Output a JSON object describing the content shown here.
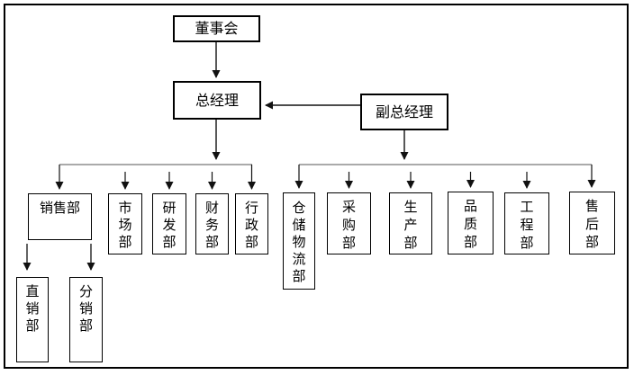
{
  "nodes": {
    "board": {
      "label": "董事会",
      "role": "top"
    },
    "general_manager": {
      "label": "总经理",
      "role": "level-1"
    },
    "deputy_general_manager": {
      "label": "副总经理",
      "role": "level-1"
    },
    "sales": {
      "label": "销售部",
      "role": "department"
    },
    "marketing": {
      "label": "市场部",
      "role": "department"
    },
    "research_development": {
      "label": "研发部",
      "role": "department"
    },
    "finance": {
      "label": "财务部",
      "role": "department"
    },
    "administration": {
      "label": "行政部",
      "role": "department"
    },
    "warehouse_logistics": {
      "label": "仓储物流部",
      "role": "department"
    },
    "purchasing": {
      "label": "采购部",
      "role": "department"
    },
    "production": {
      "label": "生产部",
      "role": "department"
    },
    "quality": {
      "label": "品质部",
      "role": "department"
    },
    "engineering": {
      "label": "工程部",
      "role": "department"
    },
    "after_sales": {
      "label": "售后部",
      "role": "department"
    },
    "direct_sales": {
      "label": "直销部",
      "role": "sub-department"
    },
    "distribution_sales": {
      "label": "分销部",
      "role": "sub-department"
    }
  },
  "edges": [
    {
      "from": "board",
      "to": [
        "general_manager"
      ]
    },
    {
      "from": "deputy_general_manager",
      "to": [
        "general_manager"
      ]
    },
    {
      "from": "general_manager",
      "to": [
        "sales",
        "marketing",
        "research_development",
        "finance",
        "administration"
      ]
    },
    {
      "from": "deputy_general_manager",
      "to": [
        "warehouse_logistics",
        "purchasing",
        "production",
        "quality",
        "engineering",
        "after_sales"
      ]
    },
    {
      "from": "sales",
      "to": [
        "direct_sales",
        "distribution_sales"
      ]
    }
  ],
  "colors": {
    "background": "#ffffff",
    "box_fill": "#ffffff",
    "box_border": "#000000",
    "arrow_line": "#111111",
    "bus_line": "#555555",
    "text": "#000000"
  }
}
